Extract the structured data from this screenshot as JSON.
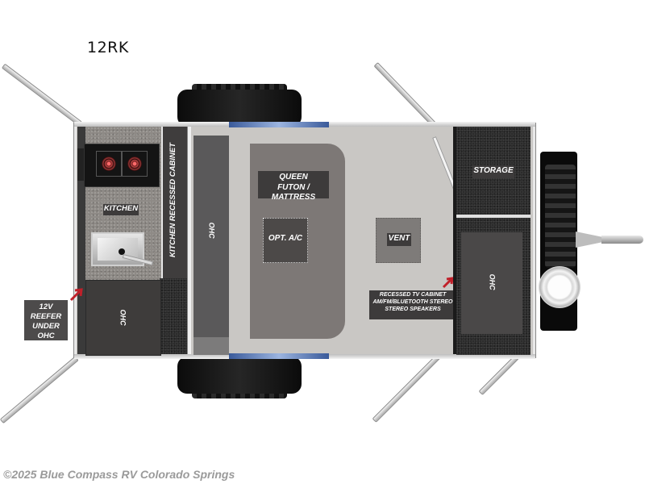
{
  "header": {
    "model": "12RK"
  },
  "floorplan": {
    "labels": {
      "kitchen": "KITCHEN",
      "kitchen_recessed_cabinet": "KITCHEN RECESSED CABINET",
      "ohc_center": "OHC",
      "ohc_left": "OHC",
      "ohc_right": "OHC",
      "queen_line1": "QUEEN",
      "queen_line2": "FUTON / MATTRESS",
      "opt_ac": "OPT. A/C",
      "vent": "VENT",
      "storage": "STORAGE",
      "tv_line1": "RECESSED TV CABINET",
      "tv_line2": "AM/FM/BLUETOOTH STEREO",
      "tv_line3": "STEREO SPEAKERS",
      "reefer_line1": "12V",
      "reefer_line2": "REEFER",
      "reefer_line3": "UNDER OHC"
    },
    "icons": [
      "stove-icon",
      "sink-icon",
      "wheel-icon",
      "spare-tire-icon",
      "hitch-icon",
      "jack-icon",
      "pointer-arrow-icon"
    ],
    "colors": {
      "accent_arrow": "#c0202a",
      "fender_blue": "#7f9fd6",
      "label_bg": "#3d3b3b"
    }
  },
  "footer": {
    "watermark": "©2025 Blue Compass RV Colorado Springs"
  }
}
